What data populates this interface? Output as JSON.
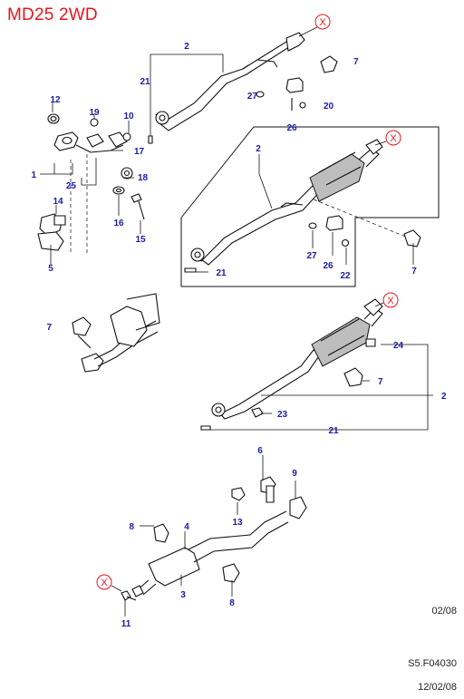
{
  "title": "MD25 2WD",
  "footer": {
    "version": "02/08",
    "code": "S5.F04030",
    "date": "12/02/08"
  },
  "callouts": {
    "c1": "1",
    "c2a": "2",
    "c2b": "2",
    "c2c": "2",
    "c3": "3",
    "c4": "4",
    "c5": "5",
    "c6": "6",
    "c7a": "7",
    "c7b": "7",
    "c7c": "7",
    "c7d": "7",
    "c8a": "8",
    "c8b": "8",
    "c9": "9",
    "c10": "10",
    "c11": "11",
    "c12": "12",
    "c13": "13",
    "c14": "14",
    "c15": "15",
    "c16": "16",
    "c17": "17",
    "c18": "18",
    "c19": "19",
    "c20": "20",
    "c21a": "21",
    "c21b": "21",
    "c21c": "21",
    "c22": "22",
    "c23": "23",
    "c24": "24",
    "c25": "25",
    "c26a": "26",
    "c26b": "26",
    "c27a": "27",
    "c27b": "27"
  },
  "not_supplied_mark": "X"
}
